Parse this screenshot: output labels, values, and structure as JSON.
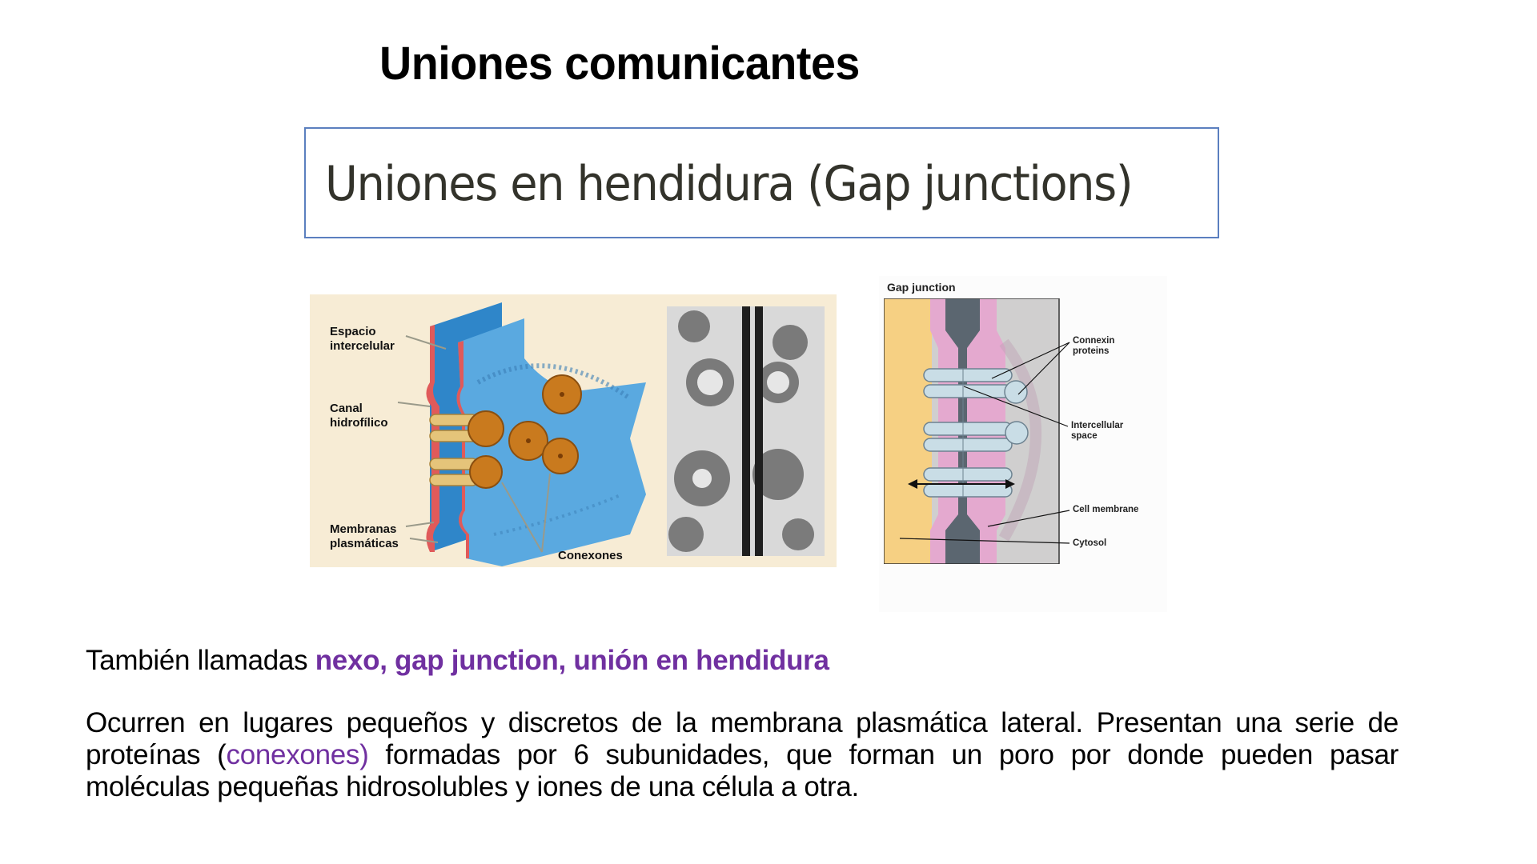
{
  "slide": {
    "title": "Uniones comunicantes",
    "subtitle": "Uniones en hendidura (Gap junctions)"
  },
  "left_figure": {
    "labels": {
      "espacio": [
        "Espacio",
        "intercelular"
      ],
      "canal": [
        "Canal",
        "hidrofílico"
      ],
      "membranas": [
        "Membranas",
        "plasmáticas"
      ],
      "conexones": "Conexones"
    },
    "colors": {
      "background": "#f7ecd5",
      "membrane": "#5aa9e0",
      "membrane_edge": "#e05a5a",
      "connexon": "#c97a1e"
    }
  },
  "right_figure": {
    "title": "Gap junction",
    "labels": {
      "connexin": [
        "Connexin",
        "proteins"
      ],
      "intercellular": [
        "Intercellular",
        "space"
      ],
      "cell_membrane": "Cell membrane",
      "cytosol": "Cytosol"
    },
    "colors": {
      "cytosol_left": "#f6d083",
      "membrane": "#e4a9cf",
      "intercellular": "#5b6670",
      "cytosol_right": "#d0cfcf",
      "connexin": "#c9dde6"
    }
  },
  "text": {
    "also_prefix": "También llamadas ",
    "also_terms": "nexo, gap junction, unión en hendidura",
    "desc_part1": "Ocurren en lugares pequeños y discretos de la membrana plasmática lateral. Presentan una serie de proteínas (",
    "desc_highlight": "conexones)",
    "desc_part2": " formadas por 6 subunidades, que forman un poro por donde pueden pasar moléculas pequeñas hidrosolubles y iones de una célula a otra."
  },
  "accent_color": "#7030a0"
}
